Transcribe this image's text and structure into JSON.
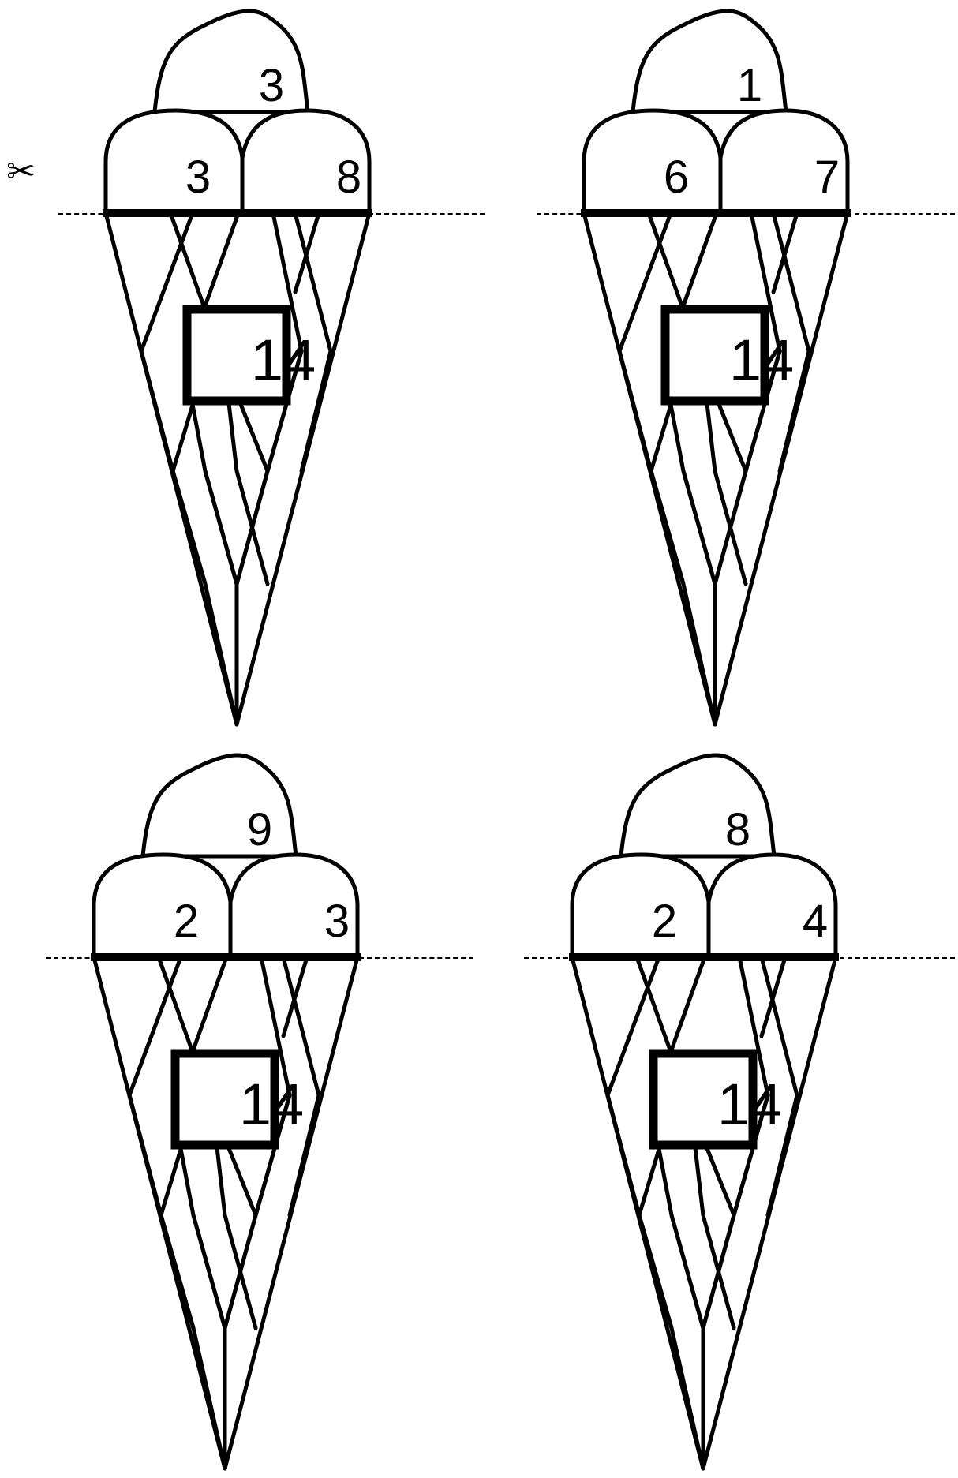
{
  "scissors_icon": "✂",
  "cones": [
    {
      "top_scoop": "3",
      "left_scoop": "3",
      "right_scoop": "8",
      "target": "14"
    },
    {
      "top_scoop": "1",
      "left_scoop": "6",
      "right_scoop": "7",
      "target": "14"
    },
    {
      "top_scoop": "9",
      "left_scoop": "2",
      "right_scoop": "3",
      "target": "14"
    },
    {
      "top_scoop": "8",
      "left_scoop": "2",
      "right_scoop": "4",
      "target": "14"
    }
  ]
}
